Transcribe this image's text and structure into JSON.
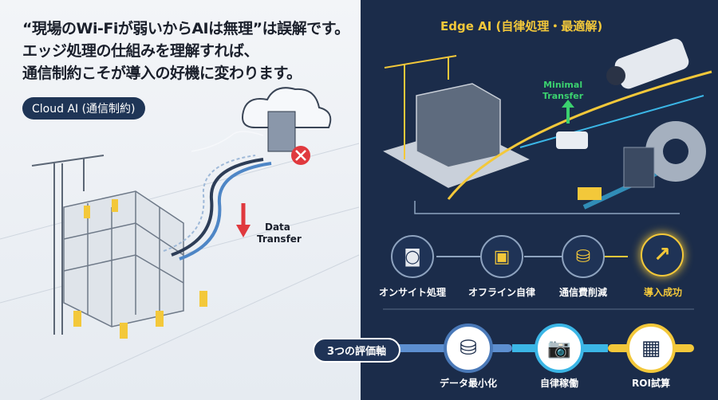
{
  "headline": {
    "lines": [
      "“現場のWi-Fiが弱いからAIは無理”は誤解です。",
      "エッジ処理の仕組みを理解すれば、",
      "通信制約こそが導入の好機に変わります。"
    ]
  },
  "cloud": {
    "badge": "Cloud AI (通信制約)",
    "data_transfer": [
      "Data",
      "Transfer"
    ],
    "error_icon": "x-circle-icon"
  },
  "edge": {
    "title": "Edge AI (自律処理・最適解)",
    "minimal_transfer": [
      "Minimal",
      "Transfer"
    ],
    "steps": [
      {
        "label": "オンサイト処理",
        "icon": "camera-icon"
      },
      {
        "label": "オフライン自律",
        "icon": "chip-check-icon"
      },
      {
        "label": "通信費削減",
        "icon": "database-coins-icon"
      },
      {
        "label": "導入成功",
        "icon": "growth-arrow-icon"
      }
    ]
  },
  "axes": {
    "label": "3つの評価軸",
    "items": [
      {
        "label": "データ最小化",
        "icon": "database-download-icon"
      },
      {
        "label": "自律稼働",
        "icon": "camera-offline-icon"
      },
      {
        "label": "ROI試算",
        "icon": "calculator-chart-icon"
      }
    ]
  },
  "colors": {
    "navy": "#1b2c4a",
    "gold": "#f3c83a",
    "cyan": "#3bb6e6",
    "light": "#eef2f6",
    "red": "#e0393e"
  }
}
